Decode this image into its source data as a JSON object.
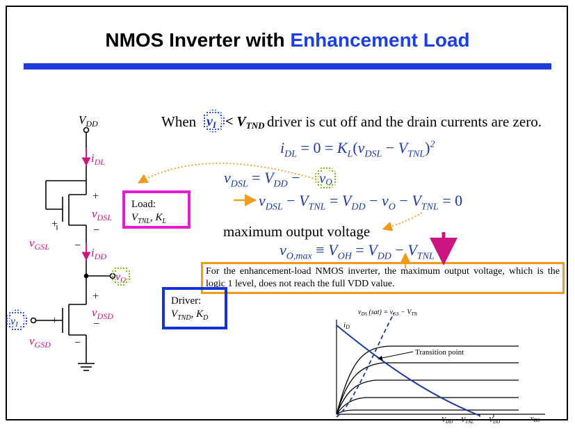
{
  "slide": {
    "title_part1": "NMOS Inverter with ",
    "title_part2": "Enhancement Load"
  },
  "text": {
    "when": "When",
    "cutoff_statement": "driver is cut off and the drain currents are zero.",
    "max_output_voltage": "maximum output voltage",
    "note": "For the enhancement-load NMOS inverter, the maximum output voltage, which is the logic 1 level, does not reach the full VDD value."
  },
  "equations": {
    "eq1": "iDL = 0 = KL(vDSL − VTNL)²",
    "eq2": "vDSL = VDD − vO",
    "eq3": "vDSL − VTNL = VDD − vO − VTNL = 0",
    "eq4": "vO,max ≡ VOH = VDD − VTNL"
  },
  "circuit": {
    "supply": "VDD",
    "load_box": {
      "line1": "Load:",
      "line2": "VTNL, KL"
    },
    "driver_box": {
      "line1": "Driver:",
      "line2": "VTND, KD"
    },
    "labels": [
      "iDL",
      "vDSL",
      "vGSL",
      "iDD",
      "vO",
      "vDSD",
      "vGSD",
      "vI"
    ]
  },
  "graph": {
    "y_label": "iD",
    "x_label": "vDS",
    "x_ticks": [
      "VDD − VTNL",
      "VDD"
    ],
    "curve_label": "vDS (sat) = vGS − VTN",
    "annotation": "Transition point"
  },
  "colors": {
    "title_highlight": "#1a3fe6",
    "bar": "#1d3bd6",
    "equation": "#1c3a9c",
    "circuit_label": "#cc1480",
    "load_box": "#e81ad7",
    "driver_box": "#1133dd",
    "note_border": "#f29a1b",
    "arrow_orange": "#f29a1b",
    "arrow_magenta": "#cc1480",
    "graph_curve": "#1c3a9c"
  }
}
